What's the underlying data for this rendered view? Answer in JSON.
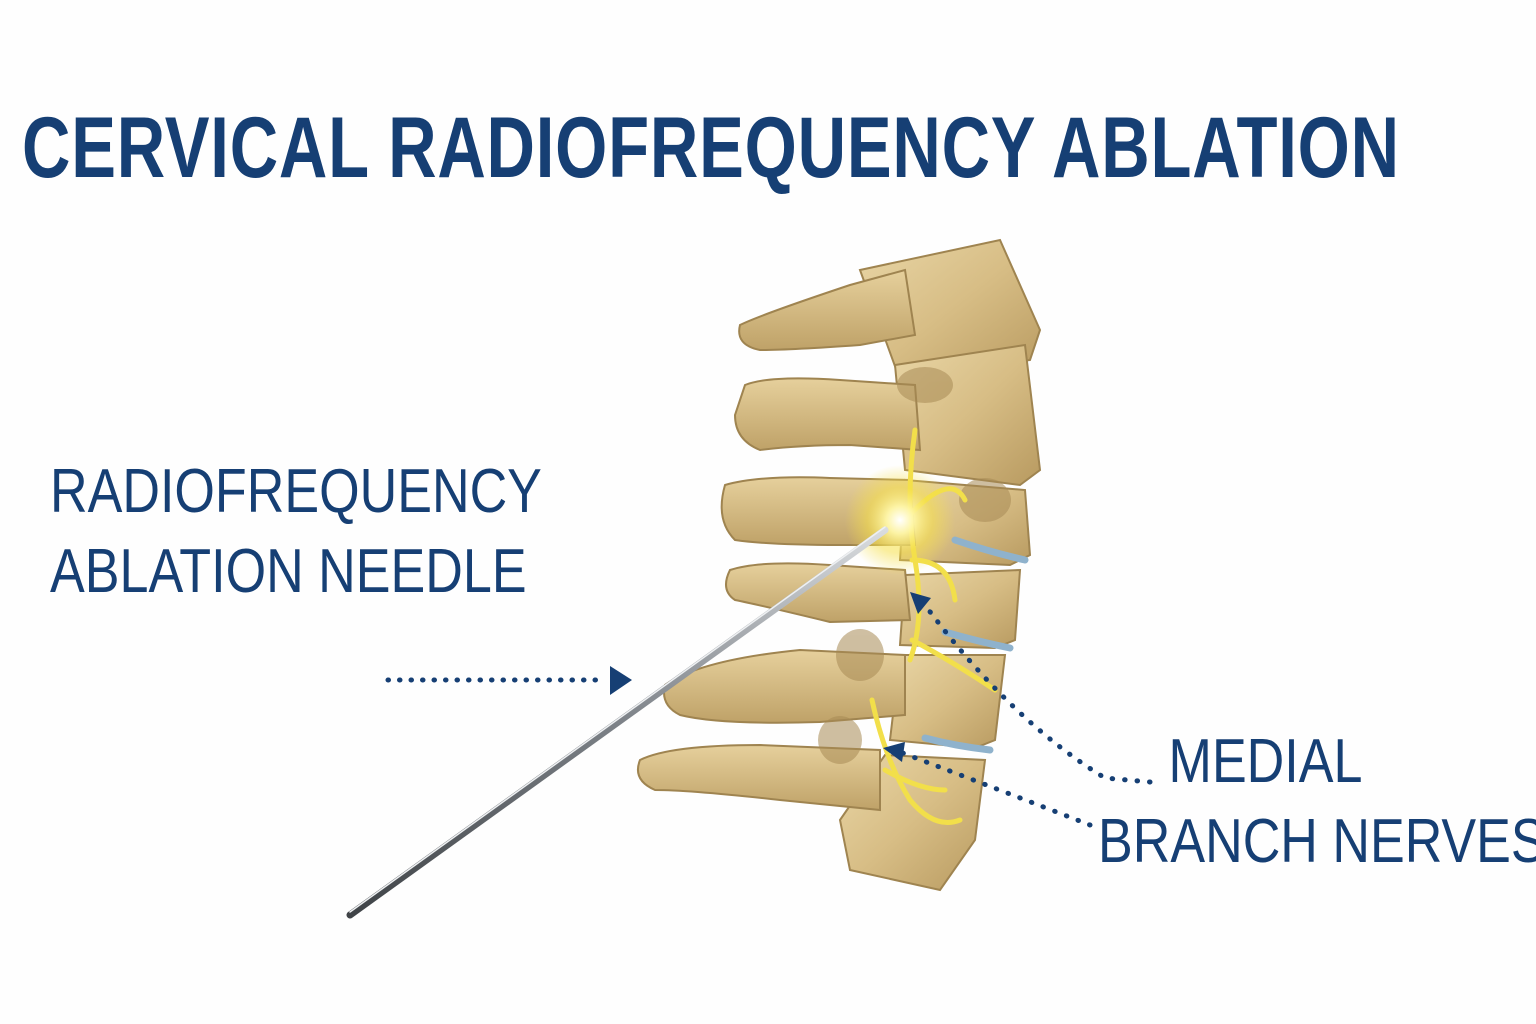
{
  "title": "CERVICAL RADIOFREQUENCY ABLATION",
  "labels": {
    "needle": {
      "line1": "RADIOFREQUENCY",
      "line2": "ABLATION NEEDLE"
    },
    "nerves": {
      "line1": "MEDIAL",
      "line2": "BRANCH NERVES"
    }
  },
  "colors": {
    "text": "#163f74",
    "bone": "#d9c089",
    "bone_shadow": "#a98d57",
    "nerve": "#f2df4a",
    "disc": "#8fb2cc",
    "needle": "#6b6f73"
  }
}
